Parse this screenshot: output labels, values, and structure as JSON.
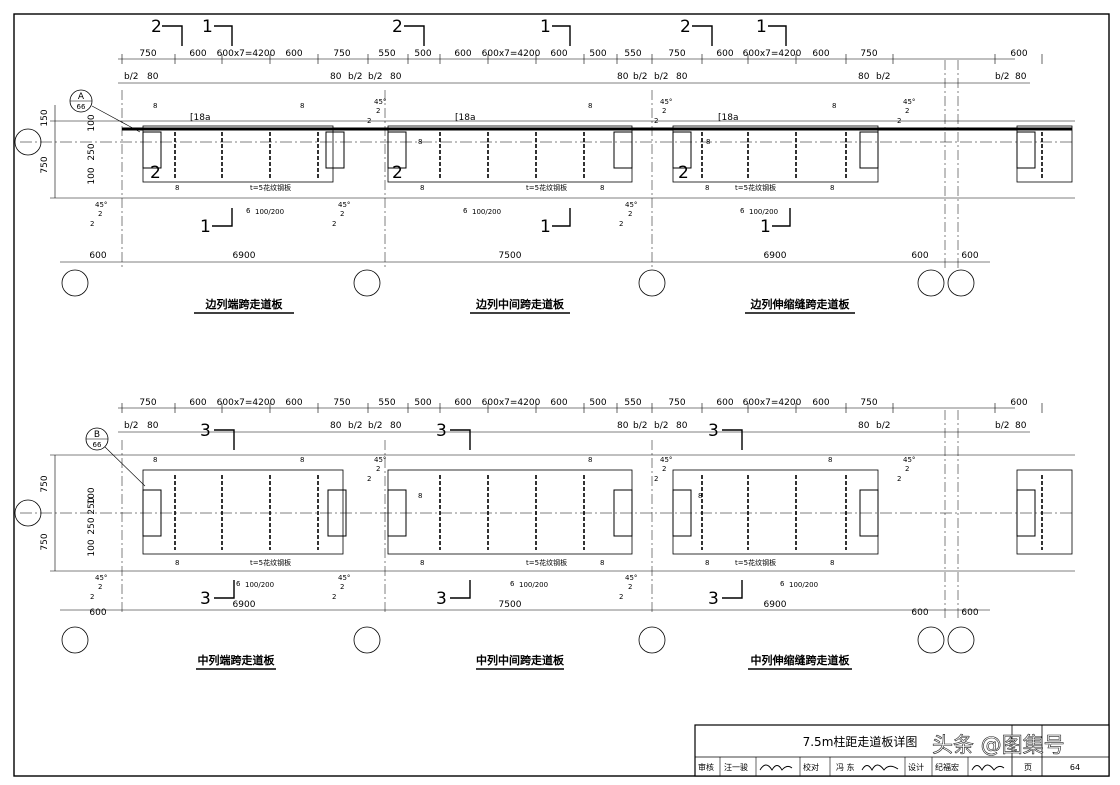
{
  "dims": {
    "d750": "750",
    "d600": "600",
    "d4200": "600x7=4200",
    "d550": "550",
    "d500": "500",
    "d80": "80",
    "b2": "b/2",
    "d150": "150",
    "d100": "100",
    "d250": "250",
    "d6900": "6900",
    "d7500": "7500",
    "deg45": "45°",
    "two": "2",
    "eight": "8",
    "six": "6",
    "spacing": "100/200",
    "channel": "[18a",
    "plate": "t=5花纹钢板"
  },
  "marks": {
    "one": "1",
    "two": "2",
    "three": "3"
  },
  "refs": {
    "a": "A",
    "b": "B",
    "sheet": "66"
  },
  "captions": {
    "top_left": "边列端跨走道板",
    "top_mid": "边列中间跨走道板",
    "top_right": "边列伸缩缝跨走道板",
    "bot_left": "中列端跨走道板",
    "bot_mid": "中列中间跨走道板",
    "bot_right": "中列伸缩缝跨走道板"
  },
  "title_block": {
    "drawing_title": "7.5m柱距走道板详图",
    "review_label": "审核",
    "reviewer": "汪一骏",
    "check_label": "校对",
    "checker": "冯 东",
    "design_label": "设计",
    "designer": "纪福宏",
    "page_label": "页",
    "page_number": "64"
  },
  "watermark": "头条 @图集号"
}
